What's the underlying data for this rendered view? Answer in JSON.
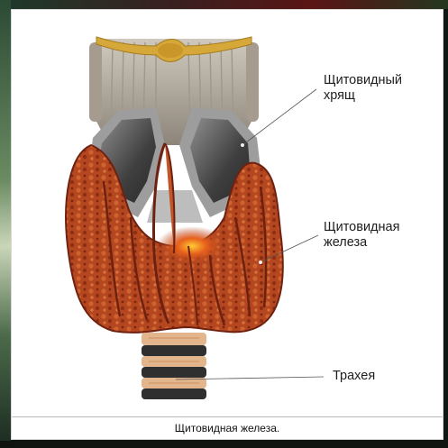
{
  "labels": {
    "cartilage_line1": "Щитовидный",
    "cartilage_line2": "хрящ",
    "gland_line1": "Щитовидная",
    "gland_line2": "железа",
    "trachea": "Трахея"
  },
  "caption": "Щитовидная железа.",
  "colors": {
    "gland": "#a8401f",
    "gland_dark": "#6e2110",
    "cartilage": "#9a9a9a",
    "membrane": "#bdb6a8",
    "nerve": "#d6a83a",
    "trachea_ring": "#e3b58c",
    "trachea_band": "#2f2f2f"
  }
}
